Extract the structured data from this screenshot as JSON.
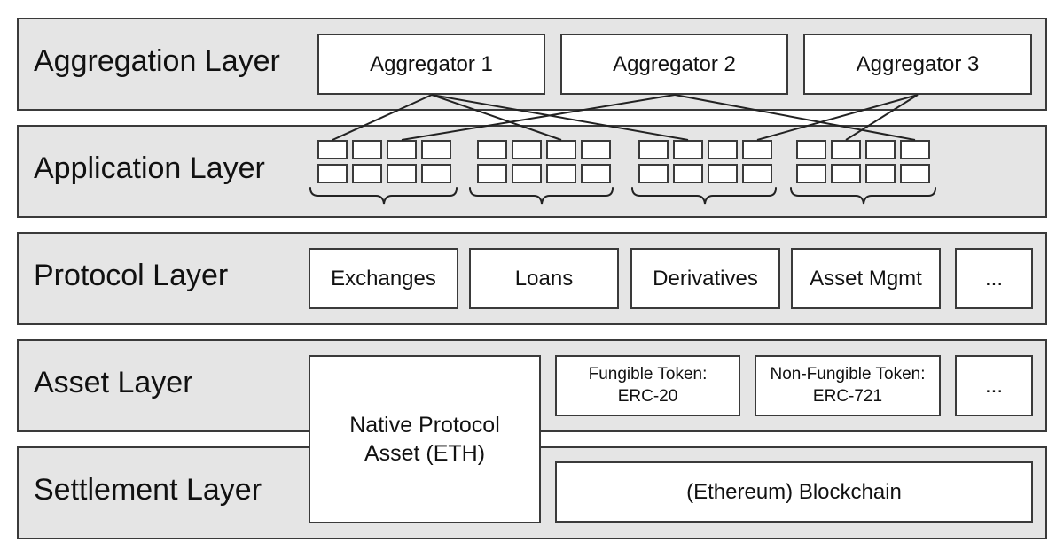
{
  "layers": {
    "aggregation": "Aggregation Layer",
    "application": "Application Layer",
    "protocol": "Protocol Layer",
    "asset": "Asset Layer",
    "settlement": "Settlement Layer"
  },
  "aggregators": [
    "Aggregator 1",
    "Aggregator 2",
    "Aggregator 3"
  ],
  "protocols": [
    "Exchanges",
    "Loans",
    "Derivatives",
    "Asset Mgmt",
    "..."
  ],
  "assets": {
    "native_line1": "Native Protocol",
    "native_line2": "Asset (ETH)",
    "fungible_line1": "Fungible Token:",
    "fungible_line2": "ERC-20",
    "nonfungible_line1": "Non-Fungible Token:",
    "nonfungible_line2": "ERC-721",
    "more": "..."
  },
  "settlement": {
    "blockchain": "(Ethereum) Blockchain"
  }
}
